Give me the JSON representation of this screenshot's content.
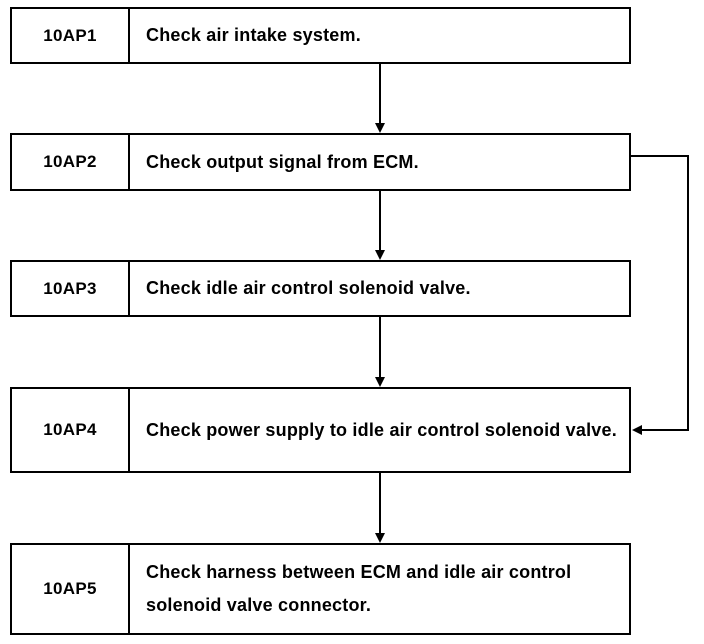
{
  "flowchart": {
    "steps": [
      {
        "code": "10AP1",
        "text": "Check air intake system."
      },
      {
        "code": "10AP2",
        "text": "Check output signal from ECM."
      },
      {
        "code": "10AP3",
        "text": "Check idle air control solenoid valve."
      },
      {
        "code": "10AP4",
        "text": "Check power supply to idle air control solenoid valve."
      },
      {
        "code": "10AP5",
        "text": "Check harness between ECM and idle air control solenoid valve connector."
      }
    ]
  }
}
